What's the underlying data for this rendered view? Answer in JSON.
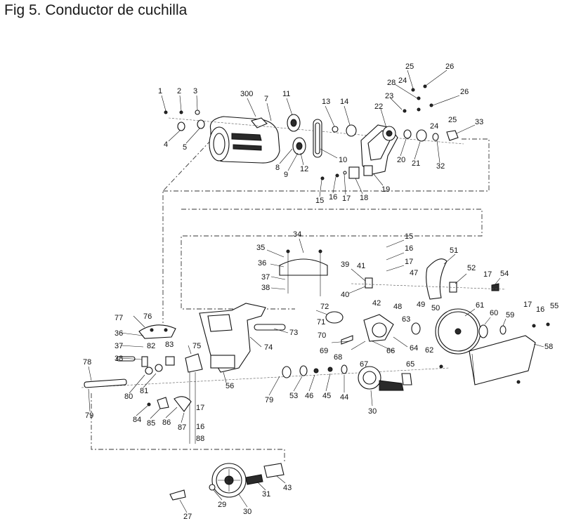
{
  "title": "Fig 5. Conductor de cuchilla",
  "callouts": [
    "1",
    "2",
    "3",
    "4",
    "5",
    "300",
    "7",
    "8",
    "9",
    "10",
    "11",
    "12",
    "13",
    "14",
    "15",
    "16",
    "17",
    "18",
    "19",
    "20",
    "21",
    "22",
    "23",
    "24",
    "25",
    "26",
    "28",
    "32",
    "33",
    "34",
    "35",
    "36",
    "37",
    "38",
    "39",
    "40",
    "41",
    "42",
    "47",
    "48",
    "49",
    "50",
    "51",
    "52",
    "54",
    "55",
    "56",
    "58",
    "59",
    "60",
    "61",
    "62",
    "63",
    "64",
    "65",
    "66",
    "67",
    "68",
    "69",
    "70",
    "71",
    "72",
    "73",
    "74",
    "75",
    "76",
    "77",
    "78",
    "79",
    "80",
    "81",
    "82",
    "83",
    "84",
    "85",
    "86",
    "87",
    "88",
    "53",
    "46",
    "45",
    "44",
    "30",
    "27",
    "29",
    "31",
    "43"
  ],
  "labels": [
    {
      "text": "1"
    },
    {
      "text": "2"
    },
    {
      "text": "3"
    },
    {
      "text": "4"
    },
    {
      "text": "5"
    },
    {
      "text": "300"
    },
    {
      "text": "7"
    },
    {
      "text": "8"
    },
    {
      "text": "9"
    },
    {
      "text": "10"
    },
    {
      "text": "11"
    },
    {
      "text": "12"
    },
    {
      "text": "13"
    },
    {
      "text": "14"
    },
    {
      "text": "15"
    },
    {
      "text": "16"
    },
    {
      "text": "17"
    },
    {
      "text": "18"
    },
    {
      "text": "19"
    },
    {
      "text": "20"
    },
    {
      "text": "21"
    },
    {
      "text": "22"
    },
    {
      "text": "23"
    },
    {
      "text": "24"
    },
    {
      "text": "24"
    },
    {
      "text": "25"
    },
    {
      "text": "25"
    },
    {
      "text": "26"
    },
    {
      "text": "26"
    },
    {
      "text": "28"
    },
    {
      "text": "32"
    },
    {
      "text": "33"
    },
    {
      "text": "34"
    },
    {
      "text": "35"
    },
    {
      "text": "36"
    },
    {
      "text": "37"
    },
    {
      "text": "38"
    },
    {
      "text": "15"
    },
    {
      "text": "16"
    },
    {
      "text": "17"
    },
    {
      "text": "39"
    },
    {
      "text": "41"
    },
    {
      "text": "47"
    },
    {
      "text": "40"
    },
    {
      "text": "42"
    },
    {
      "text": "48"
    },
    {
      "text": "49"
    },
    {
      "text": "50"
    },
    {
      "text": "51"
    },
    {
      "text": "52"
    },
    {
      "text": "17"
    },
    {
      "text": "54"
    },
    {
      "text": "17"
    },
    {
      "text": "16"
    },
    {
      "text": "55"
    },
    {
      "text": "72"
    },
    {
      "text": "71"
    },
    {
      "text": "73"
    },
    {
      "text": "70"
    },
    {
      "text": "69"
    },
    {
      "text": "68"
    },
    {
      "text": "66"
    },
    {
      "text": "67"
    },
    {
      "text": "63"
    },
    {
      "text": "64"
    },
    {
      "text": "62"
    },
    {
      "text": "65"
    },
    {
      "text": "61"
    },
    {
      "text": "60"
    },
    {
      "text": "59"
    },
    {
      "text": "58"
    },
    {
      "text": "76"
    },
    {
      "text": "77"
    },
    {
      "text": "36"
    },
    {
      "text": "82"
    },
    {
      "text": "83"
    },
    {
      "text": "37"
    },
    {
      "text": "38"
    },
    {
      "text": "75"
    },
    {
      "text": "74"
    },
    {
      "text": "56"
    },
    {
      "text": "78"
    },
    {
      "text": "80"
    },
    {
      "text": "81"
    },
    {
      "text": "79"
    },
    {
      "text": "79"
    },
    {
      "text": "53"
    },
    {
      "text": "46"
    },
    {
      "text": "45"
    },
    {
      "text": "44"
    },
    {
      "text": "30"
    },
    {
      "text": "84"
    },
    {
      "text": "85"
    },
    {
      "text": "86"
    },
    {
      "text": "87"
    },
    {
      "text": "17"
    },
    {
      "text": "16"
    },
    {
      "text": "88"
    },
    {
      "text": "29"
    },
    {
      "text": "30"
    },
    {
      "text": "31"
    },
    {
      "text": "43"
    },
    {
      "text": "27"
    }
  ]
}
